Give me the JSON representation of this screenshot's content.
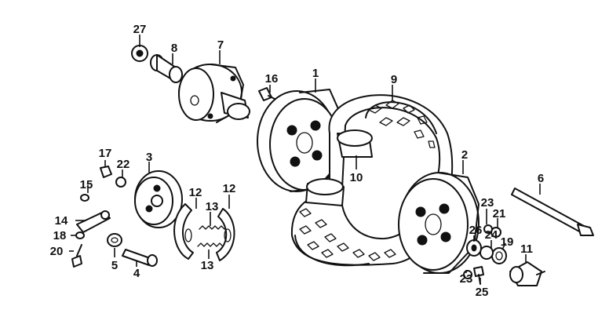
{
  "callouts": {
    "c1": "1",
    "c2": "2",
    "c3": "3",
    "c4": "4",
    "c5": "5",
    "c6": "6",
    "c7": "7",
    "c8": "8",
    "c9": "9",
    "c10": "10",
    "c11": "11",
    "c12a": "12",
    "c12b": "12",
    "c13a": "13",
    "c13b": "13",
    "c14": "14",
    "c15": "15",
    "c16": "16",
    "c17": "17",
    "c18": "18",
    "c19": "19",
    "c20": "20",
    "c21": "21",
    "c22": "22",
    "c23a": "23",
    "c23b": "23",
    "c24": "24",
    "c25": "25",
    "c26": "26",
    "c27": "27"
  }
}
